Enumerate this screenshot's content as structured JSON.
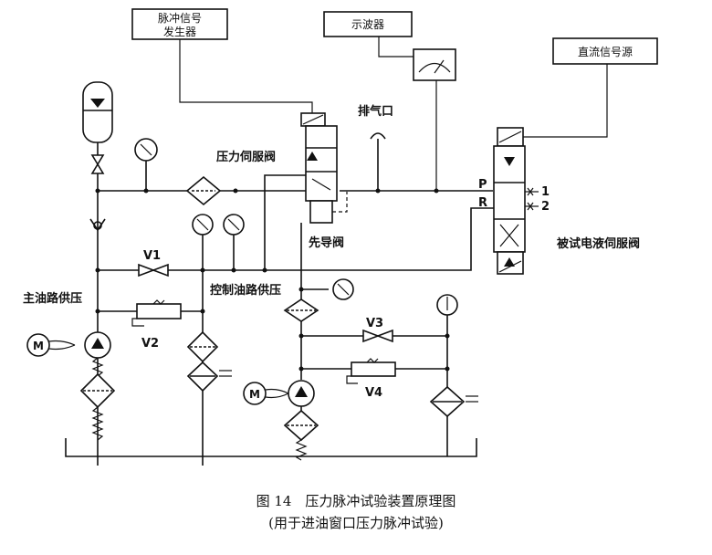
{
  "instruments": {
    "pulse_generator": [
      "脉冲信号",
      "发生器"
    ],
    "oscilloscope": "示波器",
    "dc_source": "直流信号源"
  },
  "labels": {
    "pressure_servo_valve": "压力伺服阀",
    "exhaust_port": "排气口",
    "pilot_valve": "先导阀",
    "tested_valve": "被试电液伺服阀",
    "main_oil_supply": "主油路供压",
    "control_oil_supply": "控制油路供压",
    "port_p": "P",
    "port_r": "R",
    "port_1": "1",
    "port_2": "2",
    "motor_left": "M",
    "motor_right": "M",
    "v1": "V1",
    "v2": "V2",
    "v3": "V3",
    "v4": "V4"
  },
  "caption": {
    "line1": "图 14　压力脉冲试验装置原理图",
    "line2": "(用于进油窗口压力脉冲试验)"
  }
}
